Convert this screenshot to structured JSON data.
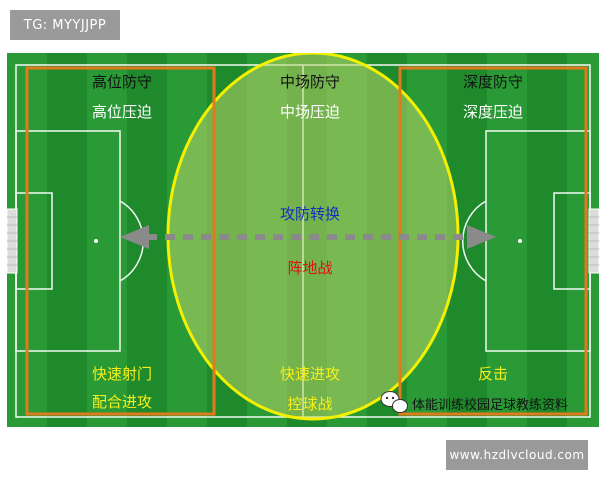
{
  "badges": {
    "tag": "TG: MYYJJPP",
    "url": "www.hzdlvcloud.com"
  },
  "watermark": {
    "text": "体能训练校园足球教练资料",
    "icon": "wechat-icon"
  },
  "zones": {
    "left": {
      "title": "高位防守",
      "subtitle": "高位压迫",
      "bottom_line1": "快速射门",
      "bottom_line2": "配合进攻"
    },
    "middle": {
      "title": "中场防守",
      "subtitle": "中场压迫",
      "center_top": "攻防转换",
      "center_bottom": "阵地战",
      "bottom_line1": "快速进攻",
      "bottom_line2": "控球战"
    },
    "right": {
      "title": "深度防守",
      "subtitle": "深度压迫",
      "bottom_line1": "反击"
    }
  },
  "colors": {
    "pitch": "#1f8a2c",
    "stripe": "#2a9a36",
    "zone_border": "#e07a1c",
    "ellipse_fill": "#b9d36a",
    "ellipse_stroke": "#f3f000",
    "arrow": "#8a8a8a",
    "text_dark": "#111111",
    "text_white": "#ffffff",
    "text_yellow": "#f7ef1a",
    "text_blue": "#1030c0",
    "text_red": "#e01010"
  }
}
